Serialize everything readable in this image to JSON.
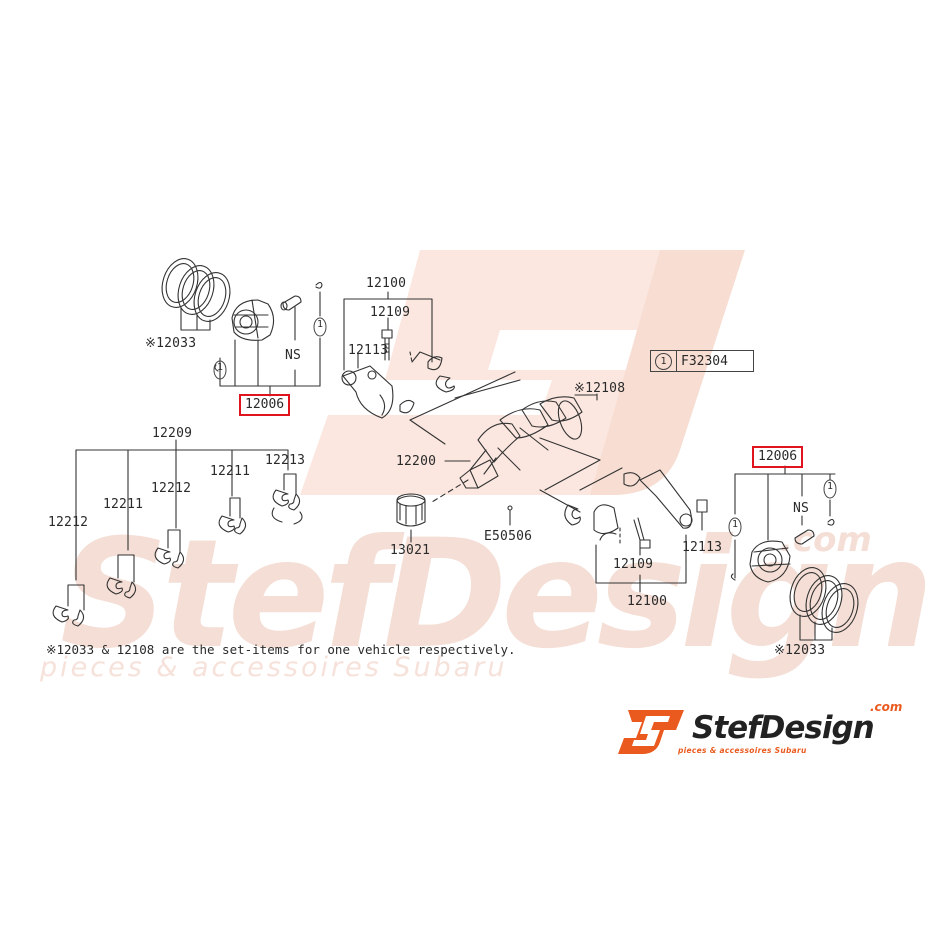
{
  "watermark": {
    "brand": "StefDesign",
    "dotcom": ".com",
    "tagline": "pieces & accessoires Subaru"
  },
  "labels": {
    "rings_left": "※12033",
    "rings_right": "※12033",
    "piston_left": "12006",
    "piston_right": "12006",
    "ns_left": "NS",
    "ns_right": "NS",
    "rod_top": "12100",
    "rod_bottom": "12100",
    "bolt_top": "12109",
    "bolt_bottom": "12109",
    "nut_top": "12113",
    "nut_bottom": "12113",
    "bearing_set": "※12108",
    "crankshaft": "12200",
    "bearing_group": "12209",
    "bearing_12213": "12213",
    "bearing_12211_upper": "12211",
    "bearing_12212_upper": "12212",
    "bearing_12211_lower": "12211",
    "bearing_12212_lower": "12212",
    "sprocket": "13021",
    "bolt_e": "E50506",
    "circle_1": "1"
  },
  "reference": {
    "circle": "1",
    "code": "F32304"
  },
  "footnote": "※12033 & 12108 are the set-items for one vehicle respectively.",
  "logo": {
    "name": "StefDesign",
    "dotcom": ".com",
    "tagline": "pieces & accessoires Subaru"
  },
  "colors": {
    "highlight": "#e0141e",
    "watermark": "#f2d7cc",
    "logo_orange": "#ea5a1e",
    "line": "#333333"
  }
}
